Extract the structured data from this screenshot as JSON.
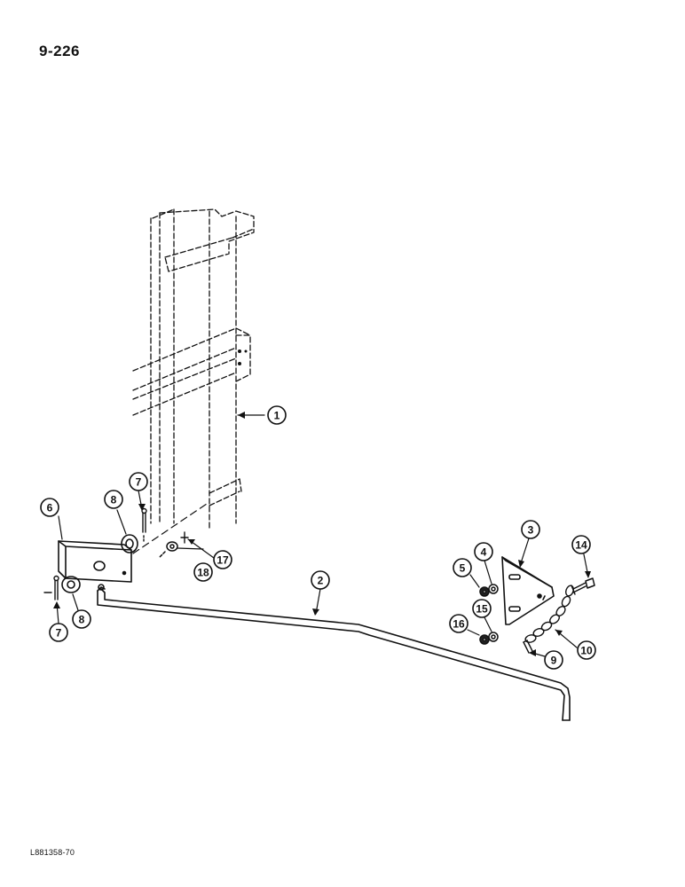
{
  "page": {
    "page_number": "9-226",
    "reference_code": "L881358-70"
  },
  "callouts": [
    {
      "id": "c1",
      "label": "1"
    },
    {
      "id": "c2",
      "label": "2"
    },
    {
      "id": "c3",
      "label": "3"
    },
    {
      "id": "c4",
      "label": "4"
    },
    {
      "id": "c5",
      "label": "5"
    },
    {
      "id": "c6",
      "label": "6"
    },
    {
      "id": "c7a",
      "label": "7"
    },
    {
      "id": "c7b",
      "label": "7"
    },
    {
      "id": "c8a",
      "label": "8"
    },
    {
      "id": "c8b",
      "label": "8"
    },
    {
      "id": "c9",
      "label": "9"
    },
    {
      "id": "c10",
      "label": "10"
    },
    {
      "id": "c14",
      "label": "14"
    },
    {
      "id": "c15",
      "label": "15"
    },
    {
      "id": "c16",
      "label": "16"
    },
    {
      "id": "c17",
      "label": "17"
    },
    {
      "id": "c18",
      "label": "18"
    }
  ]
}
